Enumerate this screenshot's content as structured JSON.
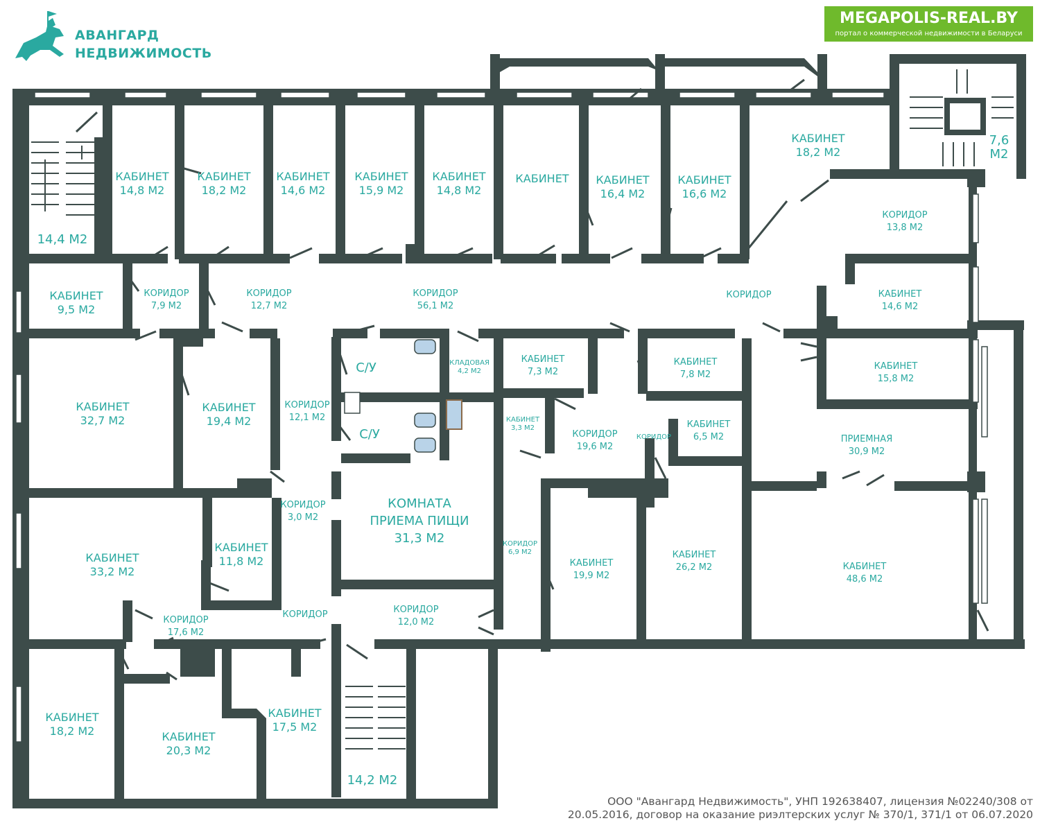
{
  "logo": {
    "line1": "АВАНГАРД",
    "line2": "НЕДВИЖИМОСТЬ"
  },
  "badge": {
    "title": "MEGAPOLIS-REAL.BY",
    "subtitle": "портал о коммерческой недвижимости в Беларуси"
  },
  "legal": {
    "line1": "ООО \"Авангард Недвижимость\", УНП 192638407, лицензия №02240/308 от",
    "line2": "20.05.2016, договор на оказание риэлтерских услуг № 370/1, 371/1 от 06.07.2020"
  },
  "colors": {
    "wall": "#3d4c4a",
    "label": "#2aa9a0",
    "badge": "#6fba2c"
  },
  "rooms": [
    {
      "name": "",
      "area": "14,4 М2"
    },
    {
      "name": "КАБИНЕТ",
      "area": "14,8 М2"
    },
    {
      "name": "КАБИНЕТ",
      "area": "18,2 М2"
    },
    {
      "name": "КАБИНЕТ",
      "area": "14,6 М2"
    },
    {
      "name": "КАБИНЕТ",
      "area": "15,9 М2"
    },
    {
      "name": "КАБИНЕТ",
      "area": "14,8 М2"
    },
    {
      "name": "КАБИНЕТ",
      "area": ""
    },
    {
      "name": "КАБИНЕТ",
      "area": "16,4 М2"
    },
    {
      "name": "КАБИНЕТ",
      "area": "16,6 М2"
    },
    {
      "name": "КАБИНЕТ",
      "area": "18,2 М2"
    },
    {
      "name": "7,6",
      "area": "М2"
    },
    {
      "name": "КОРИДОР",
      "area": "13,8 М2"
    },
    {
      "name": "КАБИНЕТ",
      "area": "9,5 М2"
    },
    {
      "name": "КОРИДОР",
      "area": "7,9 М2"
    },
    {
      "name": "КОРИДОР",
      "area": "12,7 М2"
    },
    {
      "name": "КОРИДОР",
      "area": "56,1 М2"
    },
    {
      "name": "КОРИДОР",
      "area": ""
    },
    {
      "name": "КАБИНЕТ",
      "area": "14,6 М2"
    },
    {
      "name": "КАБИНЕТ",
      "area": "32,7 М2"
    },
    {
      "name": "КАБИНЕТ",
      "area": "19,4 М2"
    },
    {
      "name": "КОРИДОР",
      "area": "12,1 М2"
    },
    {
      "name": "С/У",
      "area": ""
    },
    {
      "name": "С/У",
      "area": ""
    },
    {
      "name": "КЛАДОВАЯ",
      "area": "4,2 М2"
    },
    {
      "name": "КАБИНЕТ",
      "area": "7,3 М2"
    },
    {
      "name": "КАБИНЕТ",
      "area": "3,3 М2"
    },
    {
      "name": "КОРИДОР",
      "area": "19,6 М2"
    },
    {
      "name": "КАБИНЕТ",
      "area": "7,8 М2"
    },
    {
      "name": "КОРИДОР",
      "area": ""
    },
    {
      "name": "КАБИНЕТ",
      "area": "6,5 М2"
    },
    {
      "name": "КАБИНЕТ",
      "area": "15,8 М2"
    },
    {
      "name": "ПРИЕМНАЯ",
      "area": "30,9 М2"
    },
    {
      "name": "КОРИДОР",
      "area": "3,0 М2"
    },
    {
      "name": "КАБИНЕТ",
      "area": "33,2 М2"
    },
    {
      "name": "КАБИНЕТ",
      "area": "11,8 М2"
    },
    {
      "name": "КОРИДОР",
      "area": "6,9 М2"
    },
    {
      "name": "КАБИНЕТ",
      "area": "19,9 М2"
    },
    {
      "name": "КАБИНЕТ",
      "area": "26,2 М2"
    },
    {
      "name": "КАБИНЕТ",
      "area": "48,6 М2"
    },
    {
      "name": "КОРИДОР",
      "area": "17,6 М2"
    },
    {
      "name": "КОРИДОР",
      "area": ""
    },
    {
      "name": "КОРИДОР",
      "area": "12,0 М2"
    },
    {
      "name": "КАБИНЕТ",
      "area": "18,2 М2"
    },
    {
      "name": "КАБИНЕТ",
      "area": "20,3 М2"
    },
    {
      "name": "КАБИНЕТ",
      "area": "17,5 М2"
    },
    {
      "name": "",
      "area": "14,2 М2"
    }
  ],
  "dining": {
    "line1": "КОМНАТА",
    "line2": "ПРИЕМА ПИЩИ",
    "area": "31,3 М2"
  }
}
